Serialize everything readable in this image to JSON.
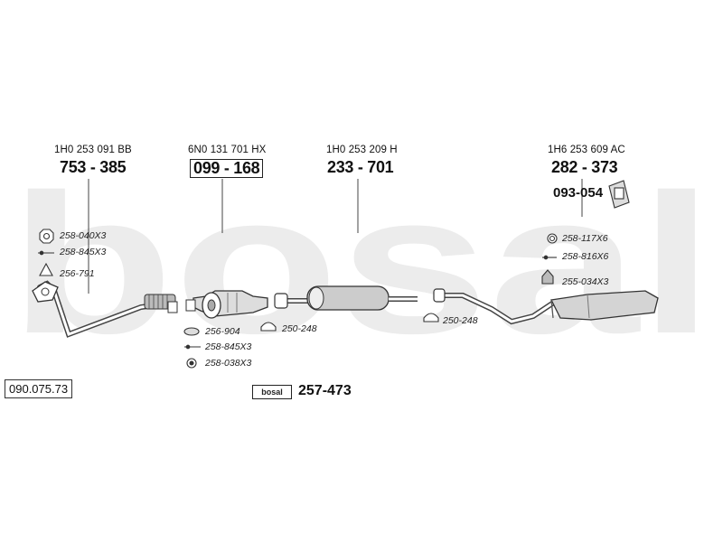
{
  "watermark": "bosal",
  "colors": {
    "watermark": "#e9e9e9",
    "line": "#333333",
    "part": "#555555"
  },
  "diagram_id": "090.075.73",
  "parts": [
    {
      "oem": "1H0 253 091 BB",
      "number": "753 - 385",
      "boxed": false
    },
    {
      "oem": "6N0 131 701 HX",
      "number": "099 - 168",
      "boxed": true
    },
    {
      "oem": "1H0 253 209 H",
      "number": "233 - 701",
      "boxed": false
    },
    {
      "oem": "1H6 253 609 AC",
      "number": "282 - 373",
      "boxed": false
    }
  ],
  "hanger_part": "093-054",
  "accessories": {
    "downpipe": [
      "258-040X3",
      "258-845X3",
      "256-791"
    ],
    "catalyst": [
      "256-904",
      "258-845X3",
      "258-038X3"
    ],
    "clamp_front": "250-248",
    "clamp_rear": "250-248",
    "rear": [
      "258-117X6",
      "258-816X6",
      "255-034X3"
    ]
  },
  "kit": {
    "brand_label": "bosal",
    "number": "257-473"
  }
}
